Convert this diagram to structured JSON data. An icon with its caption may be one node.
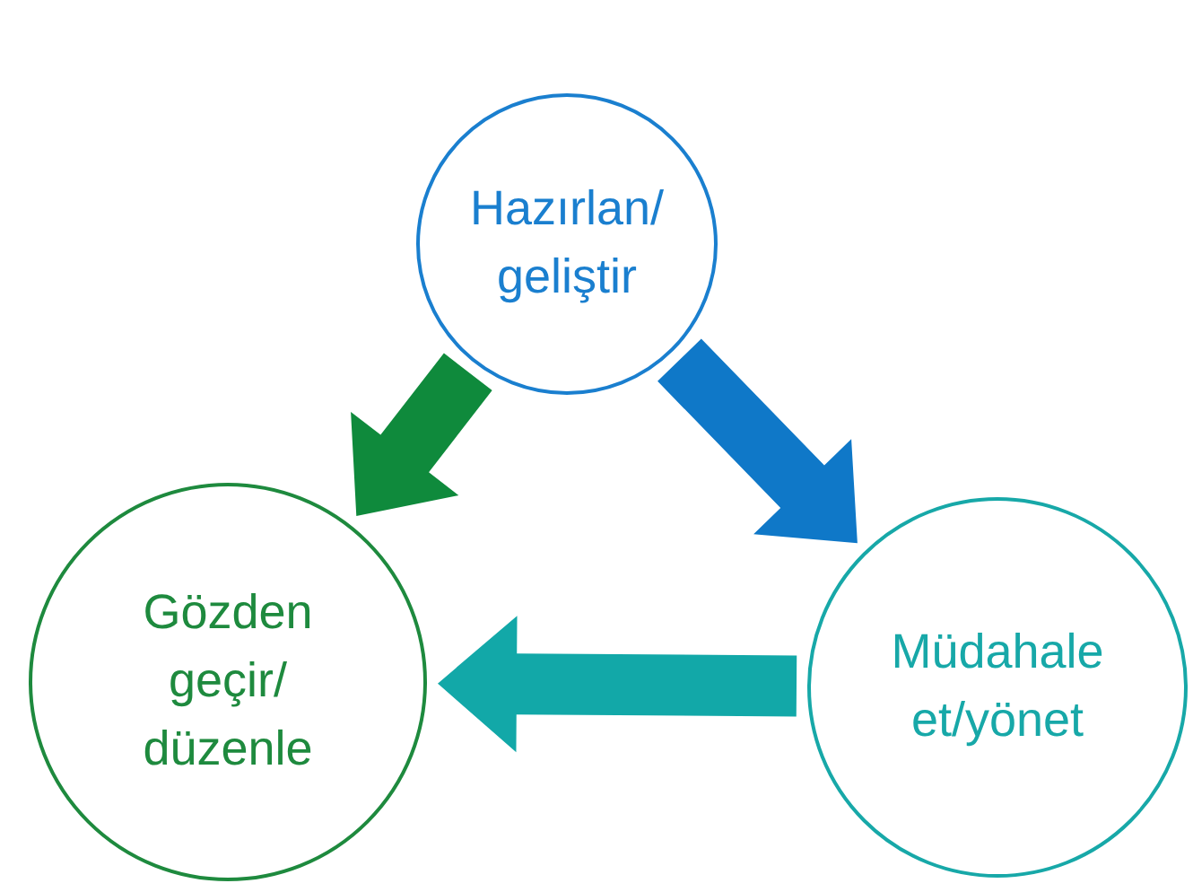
{
  "diagram": {
    "nodes": [
      {
        "text": [
          "Hazırlan/ geliştir"
        ]
      },
      {
        "text": [
          "Gözden geçir/ düzenle"
        ]
      },
      {
        "text": [
          "Müdahale et/yönet"
        ]
      }
    ],
    "edges": [
      {
        "from": 0,
        "to": 1,
        "arrow": "to",
        "color": "#0f8a3c"
      },
      {
        "from": 0,
        "to": 2,
        "arrow": "to",
        "color": "#0f78c8"
      },
      {
        "from": 2,
        "to": 1,
        "arrow": "to",
        "color": "#12a8a8"
      }
    ]
  }
}
